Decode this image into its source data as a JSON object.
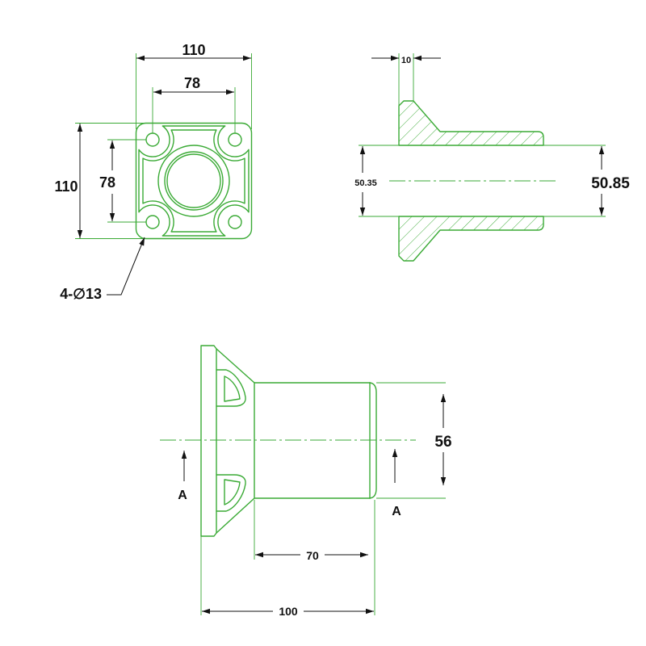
{
  "front_view": {
    "overall_width": "110",
    "hole_spacing_horizontal": "78",
    "overall_height": "110",
    "hole_spacing_vertical": "78",
    "hole_callout": "4-∅13"
  },
  "section_view": {
    "flange_thickness": "10",
    "bore_diameter_left": "50.35",
    "bore_diameter_right": "50.85"
  },
  "side_view": {
    "tube_diameter": "56",
    "section_mark_left": "A",
    "section_mark_right": "A",
    "tube_length": "70",
    "overall_length": "100"
  },
  "colors": {
    "line": "#3aaa35",
    "dimension": "#111111",
    "text": "#111111",
    "background": "#ffffff"
  }
}
